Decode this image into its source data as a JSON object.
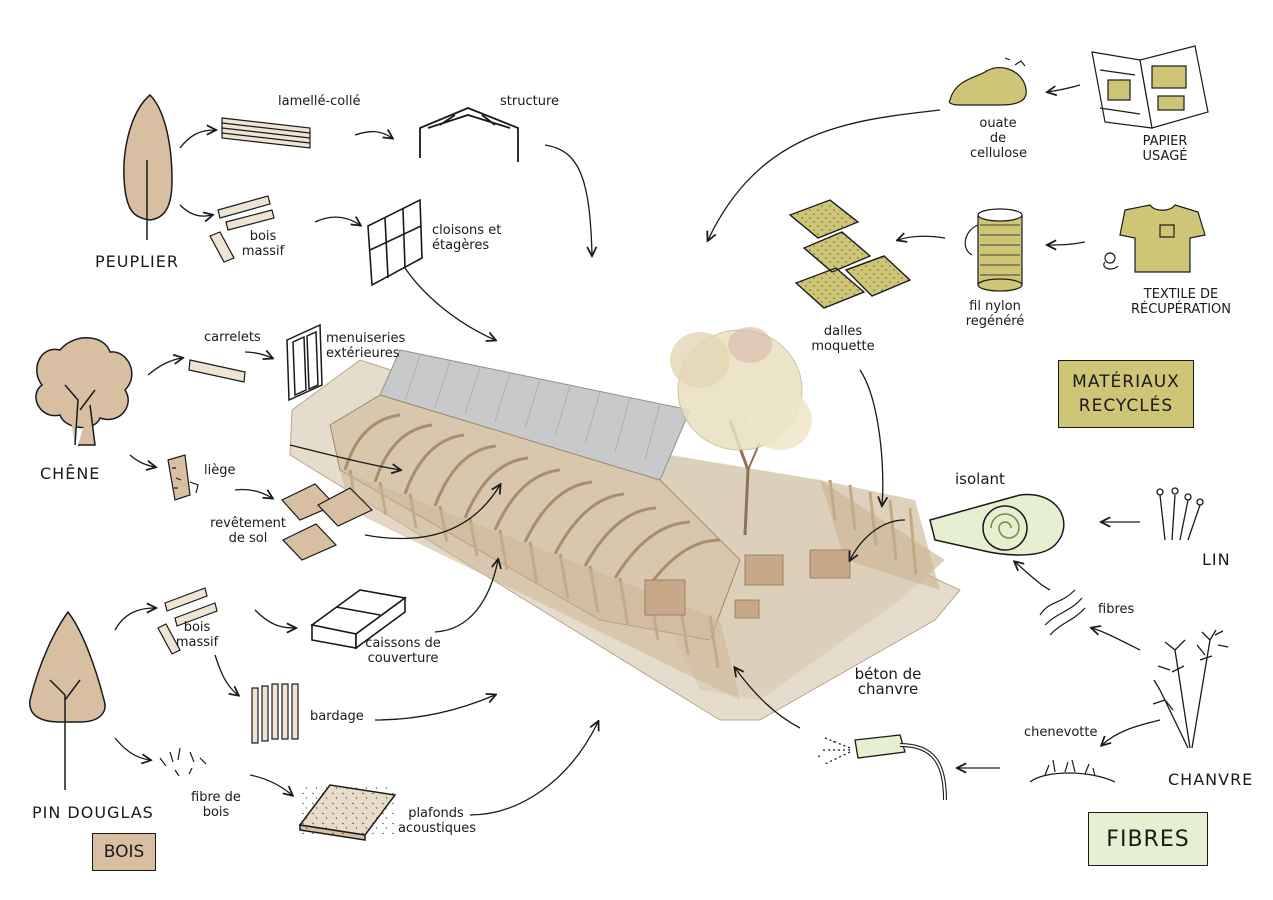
{
  "colors": {
    "wood": "#d9bfa1",
    "recycled": "#cfc577",
    "fibres_tag": "#e6efcf",
    "cardboard": "#d8c6ad",
    "roof": "#c7c9cb",
    "ink": "#1a1a1a"
  },
  "groups": {
    "bois": "BOIS",
    "recycles": "MATÉRIAUX RECYCLÉS",
    "fibres": "FIBRES"
  },
  "labels": {
    "peuplier": "PEUPLIER",
    "lamelle_colle": "lamellé-collé",
    "structure": "structure",
    "bois_massif_1": "bois massif",
    "cloisons": "cloisons et étagères",
    "chene": "CHÊNE",
    "carrelets": "carrelets",
    "menuiseries": "menuiseries extérieures",
    "liege": "liège",
    "revetement": "revêtement de sol",
    "pin_douglas": "PIN DOUGLAS",
    "bois_massif_2": "bois massif",
    "caissons": "caissons de couverture",
    "bardage": "bardage",
    "fibre_bois": "fibre de bois",
    "plafonds": "plafonds acoustiques",
    "ouate": "ouate de cellulose",
    "papier": "PAPIER USAGÉ",
    "dalles": "dalles moquette",
    "fil_nylon": "fil nylon regénéré",
    "textile": "TEXTILE DE RÉCUPÉRATION",
    "isolant": "isolant",
    "lin": "LIN",
    "fibres": "fibres",
    "beton": "béton de chanvre",
    "chenevotte": "chenevotte",
    "chanvre": "CHANVRE"
  }
}
